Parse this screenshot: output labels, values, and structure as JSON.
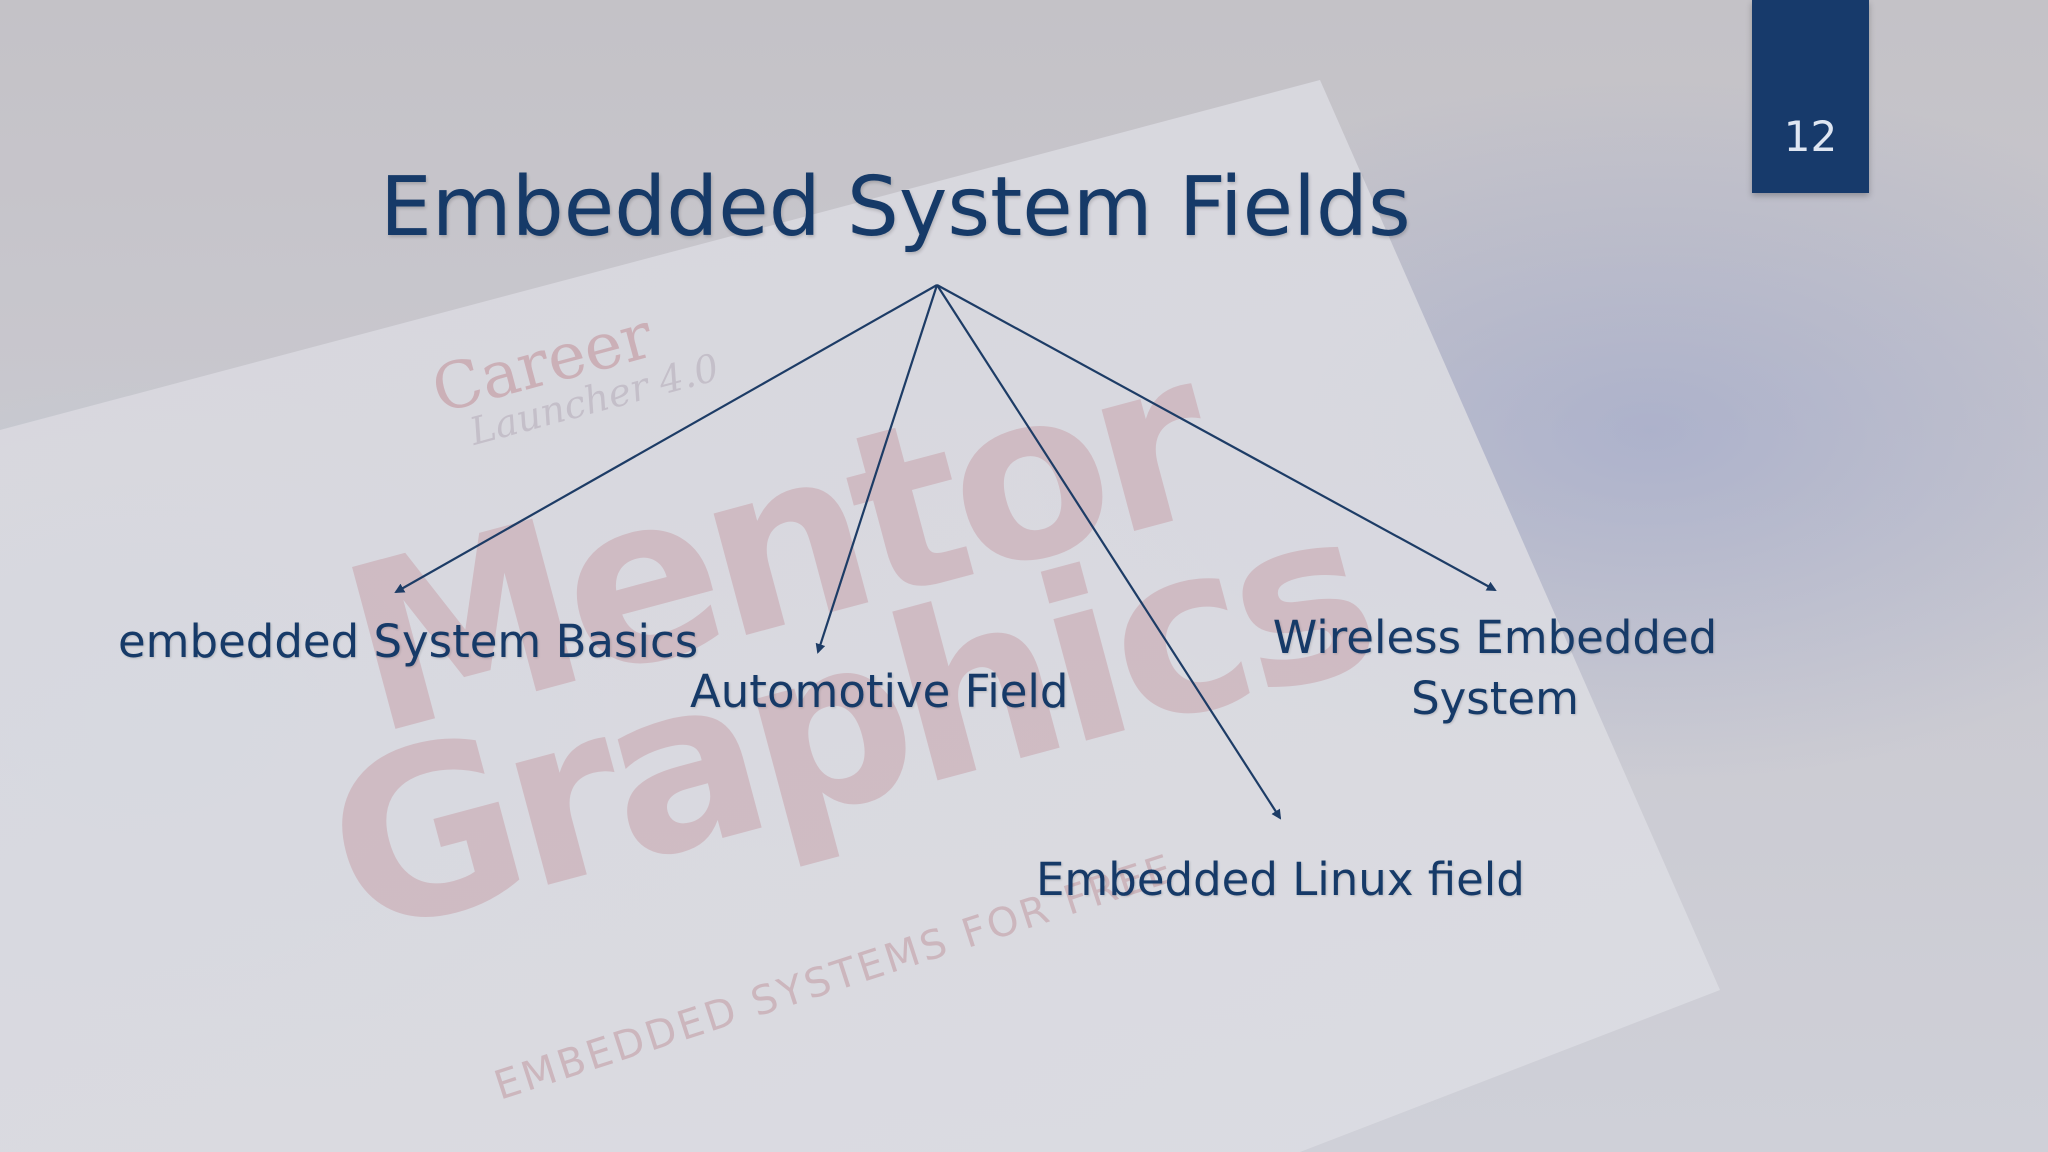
{
  "slide": {
    "page_number": "12",
    "title": "Embedded System Fields"
  },
  "diagram": {
    "root": "Embedded System Fields",
    "branches": [
      {
        "label": "embedded System Basics"
      },
      {
        "label": "Automotive Field"
      },
      {
        "label": "Embedded Linux field"
      },
      {
        "label": "Wireless Embedded System"
      }
    ]
  },
  "background_image": {
    "logo_text_1": "Career",
    "logo_text_2": "Launcher 4.0",
    "brand_text_1": "Mentor",
    "brand_text_2": "Graphics",
    "tagline": "EMBEDDED SYSTEMS FOR FREE"
  },
  "colors": {
    "title": "#163a68",
    "badge": "#173a6b",
    "arrow": "#1d3c66"
  }
}
